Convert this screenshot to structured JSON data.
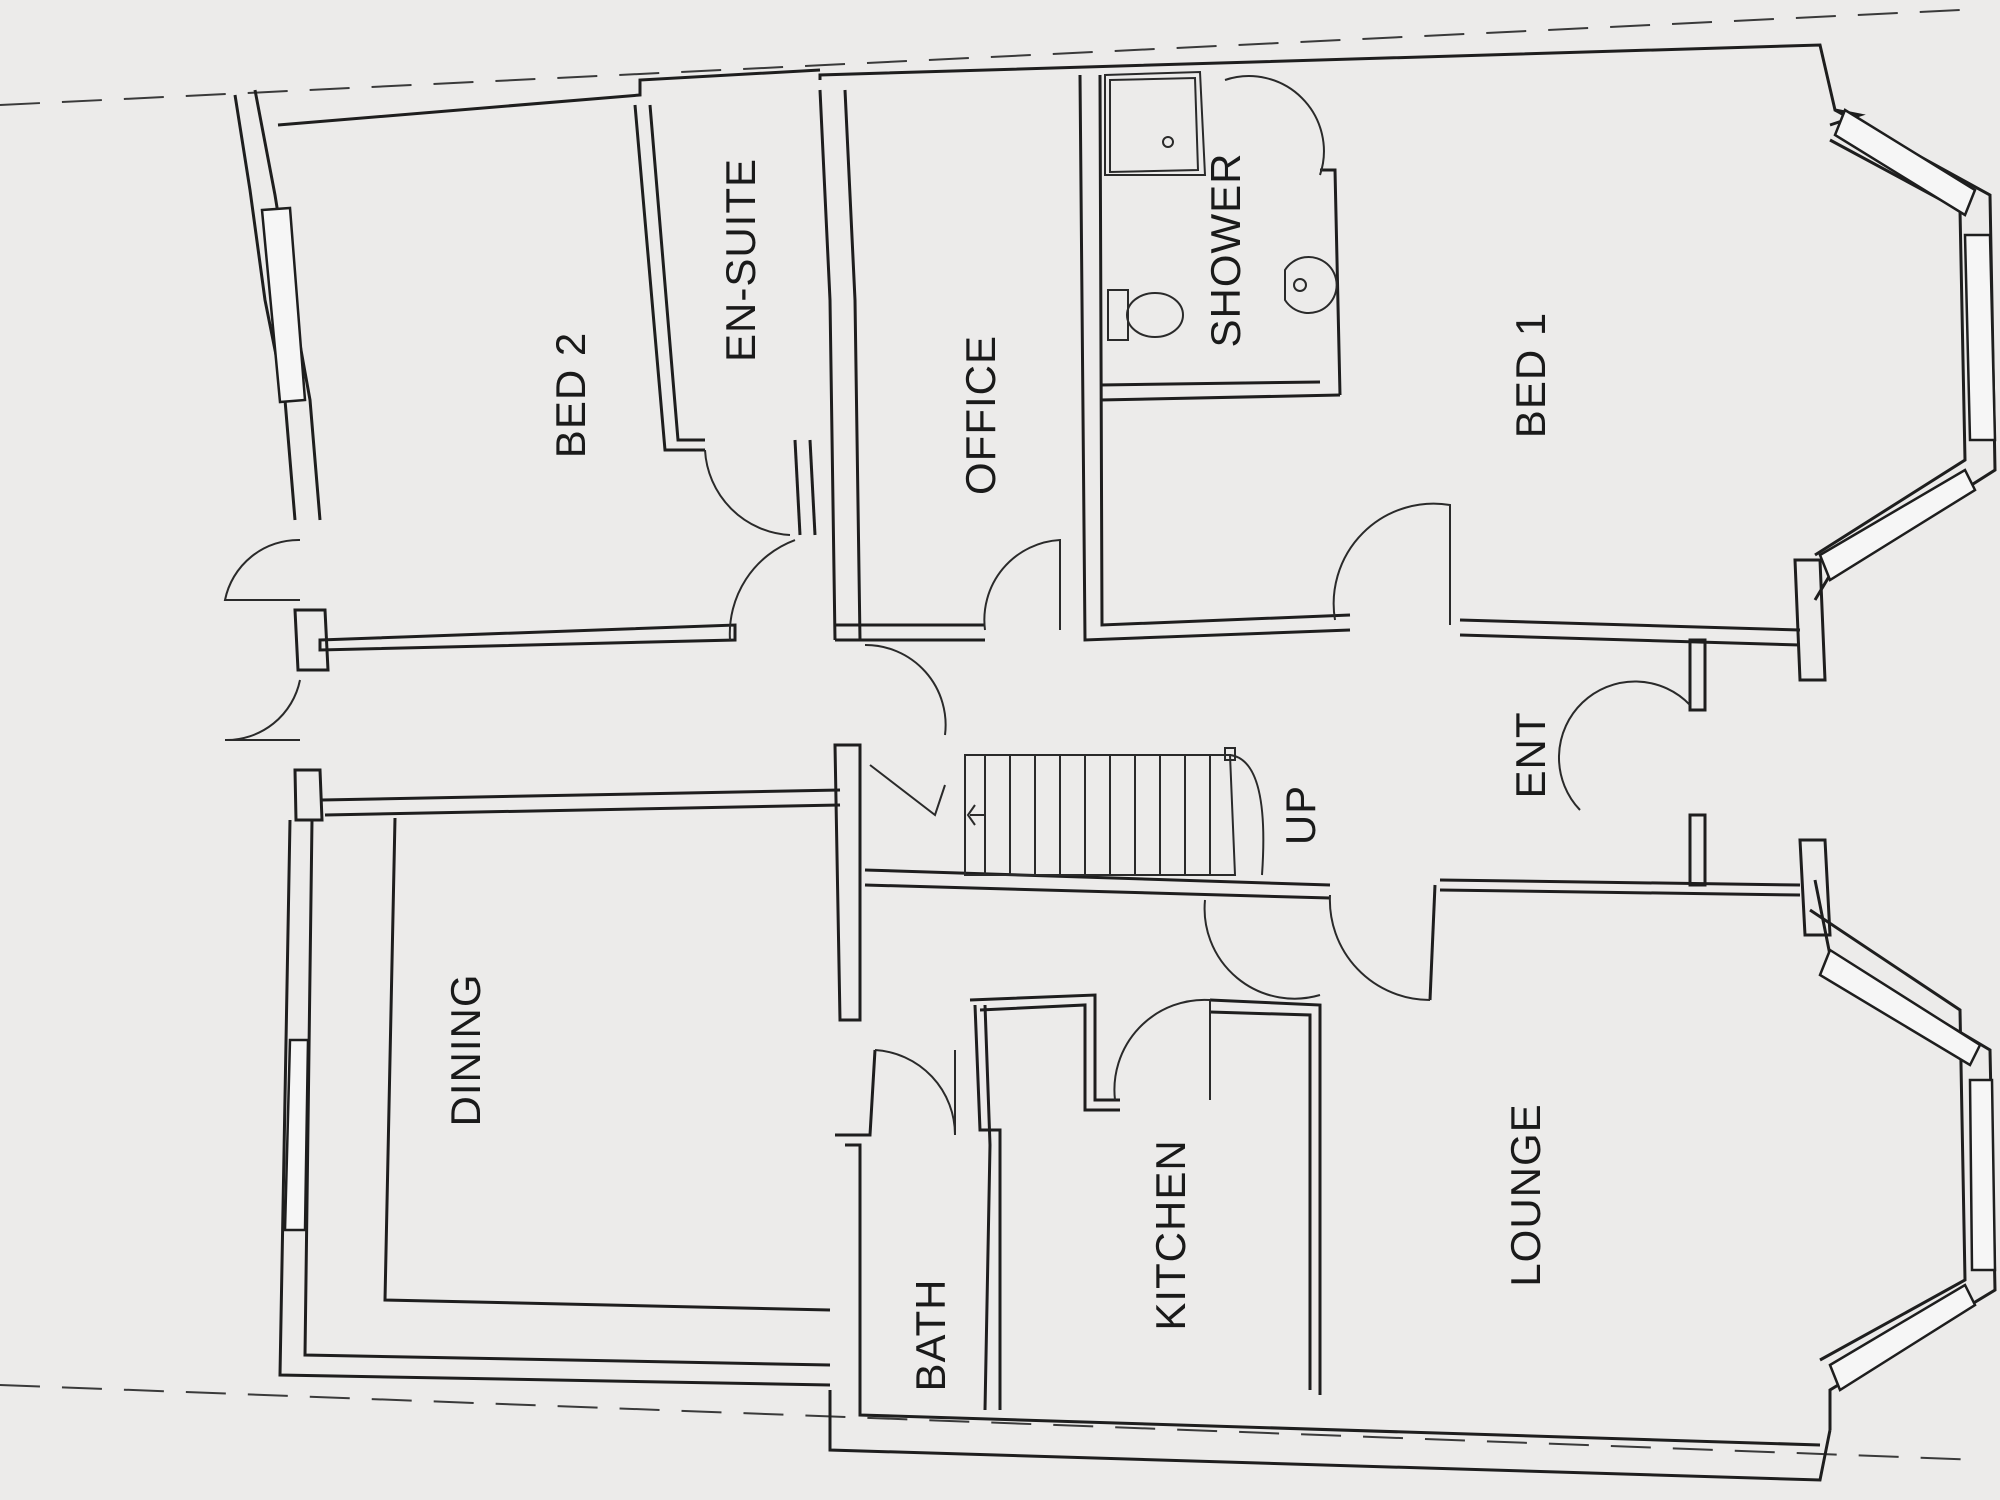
{
  "plan": {
    "rooms": [
      {
        "key": "bed2",
        "label": "BED 2"
      },
      {
        "key": "ensuite",
        "label": "EN-SUITE"
      },
      {
        "key": "office",
        "label": "OFFICE"
      },
      {
        "key": "shower",
        "label": "SHOWER"
      },
      {
        "key": "bed1",
        "label": "BED 1"
      },
      {
        "key": "ent",
        "label": "ENT"
      },
      {
        "key": "dining",
        "label": "DINING"
      },
      {
        "key": "bath",
        "label": "BATH"
      },
      {
        "key": "kitchen",
        "label": "KITCHEN"
      },
      {
        "key": "lounge",
        "label": "LOUNGE"
      }
    ],
    "stairs_label": "UP",
    "colors": {
      "paper": "#ecebea",
      "line": "#1e1e1e"
    }
  }
}
